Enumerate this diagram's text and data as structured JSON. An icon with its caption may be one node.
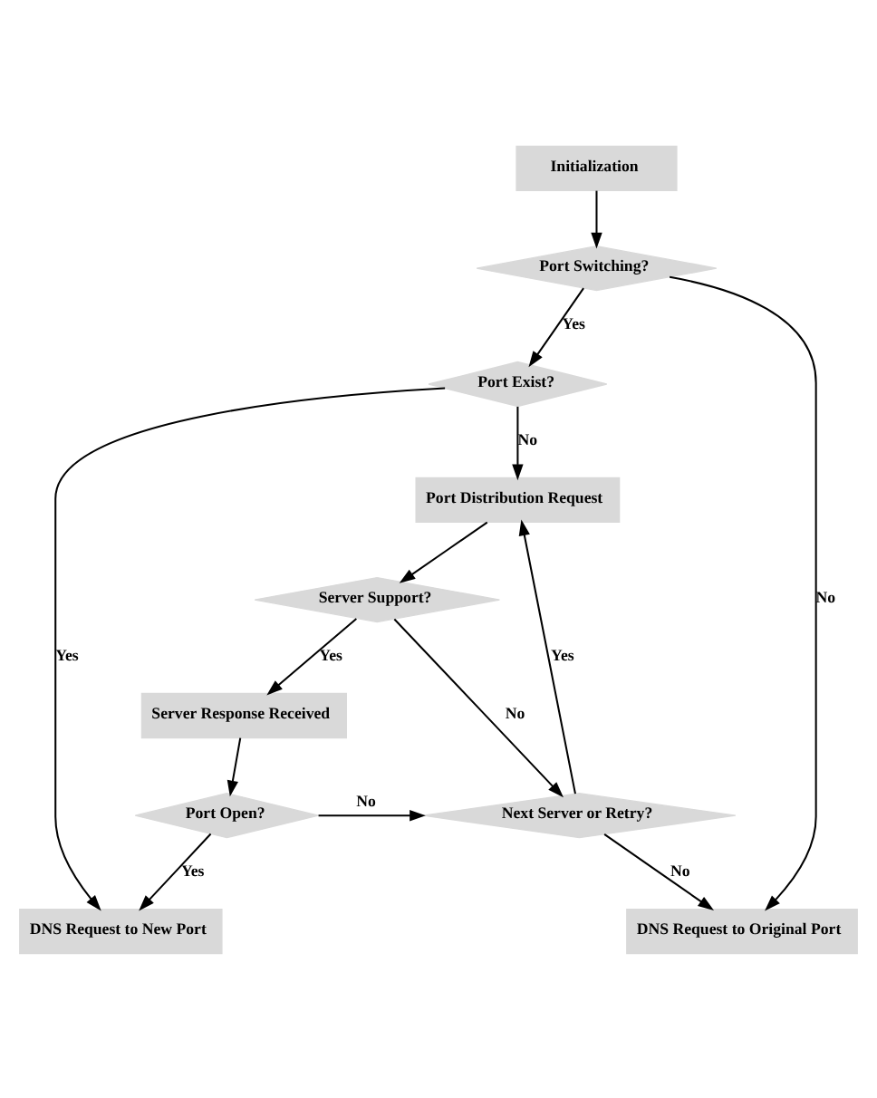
{
  "diagram": {
    "nodes": [
      {
        "text": [
          "Initialization"
        ]
      },
      {
        "text": [
          "Port Switching?"
        ]
      },
      {
        "text": [
          "Port Exist?"
        ]
      },
      {
        "text": [
          "Port Distribution Request"
        ]
      },
      {
        "text": [
          "Server Support?"
        ]
      },
      {
        "text": [
          "Server Response Received"
        ]
      },
      {
        "text": [
          "Port Open?"
        ]
      },
      {
        "text": [
          "Next Server or Retry?"
        ]
      },
      {
        "text": [
          "DNS Request to New Port"
        ]
      },
      {
        "text": [
          "DNS Request to Original Port"
        ]
      }
    ],
    "edges": [
      {
        "from": 0,
        "to": 1,
        "arrow": "to"
      },
      {
        "from": 1,
        "to": 2,
        "label": "Yes",
        "arrow": "to"
      },
      {
        "from": 1,
        "to": 9,
        "label": "No",
        "arrow": "to"
      },
      {
        "from": 2,
        "to": 8,
        "label": "Yes",
        "arrow": "to"
      },
      {
        "from": 2,
        "to": 3,
        "label": "No",
        "arrow": "to"
      },
      {
        "from": 3,
        "to": 4,
        "arrow": "to"
      },
      {
        "from": 4,
        "to": 5,
        "label": "Yes",
        "arrow": "to"
      },
      {
        "from": 4,
        "to": 7,
        "label": "No",
        "arrow": "to"
      },
      {
        "from": 5,
        "to": 6,
        "arrow": "to"
      },
      {
        "from": 6,
        "to": 7,
        "label": "No",
        "arrow": "to"
      },
      {
        "from": 6,
        "to": 8,
        "label": "Yes",
        "arrow": "to"
      },
      {
        "from": 7,
        "to": 3,
        "label": "Yes",
        "arrow": "to"
      },
      {
        "from": 7,
        "to": 9,
        "label": "No",
        "arrow": "to"
      }
    ]
  }
}
